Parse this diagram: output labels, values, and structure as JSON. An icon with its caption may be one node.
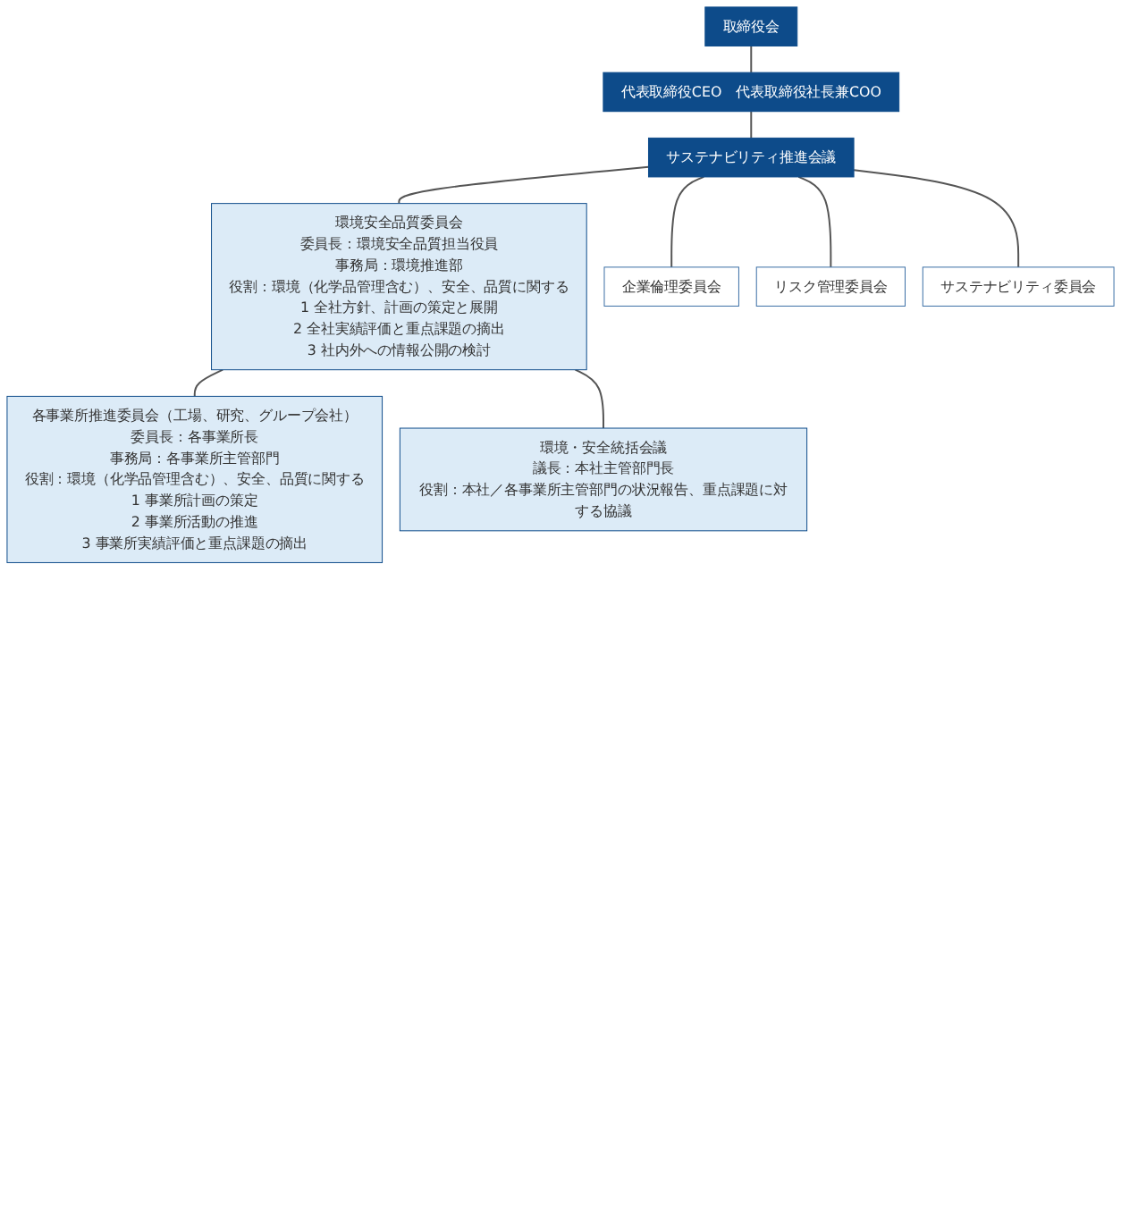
{
  "diagram": {
    "nodes": [
      {
        "text": [
          "取締役会"
        ]
      },
      {
        "text": [
          "代表取締役CEO　代表取締役社長兼COO"
        ]
      },
      {
        "text": [
          "サステナビリティ推進会議"
        ]
      },
      {
        "text": [
          "環境安全品質委員会",
          "委員長：環境安全品質担当役員",
          "事務局：環境推進部",
          "役割：環境（化学品管理含む）、安全、品質に関する",
          "1 全社方針、計画の策定と展開",
          "2 全社実績評価と重点課題の摘出",
          "3 社内外への情報公開の検討"
        ]
      },
      {
        "text": [
          "企業倫理委員会"
        ]
      },
      {
        "text": [
          "リスク管理委員会"
        ]
      },
      {
        "text": [
          "サステナビリティ委員会"
        ]
      },
      {
        "text": [
          "各事業所推進委員会（工場、研究、グループ会社）",
          "委員長：各事業所長",
          "事務局：各事業所主管部門",
          "役割：環境（化学品管理含む）、安全、品質に関する",
          "1 事業所計画の策定",
          "2 事業所活動の推進",
          "3 事業所実績評価と重点課題の摘出"
        ]
      },
      {
        "text": [
          "環境・安全統括会議",
          "議長：本社主管部門長",
          "役割：本社／各事業所主管部門の状況報告、重点課題に対する協議"
        ]
      }
    ],
    "edges": [
      {
        "from": 0,
        "to": 1,
        "arrow": "none"
      },
      {
        "from": 1,
        "to": 2,
        "arrow": "none"
      },
      {
        "from": 2,
        "to": 3,
        "arrow": "none"
      },
      {
        "from": 2,
        "to": 4,
        "arrow": "none"
      },
      {
        "from": 2,
        "to": 5,
        "arrow": "none"
      },
      {
        "from": 2,
        "to": 6,
        "arrow": "none"
      },
      {
        "from": 3,
        "to": 7,
        "arrow": "none"
      },
      {
        "from": 3,
        "to": 8,
        "arrow": "none"
      }
    ]
  }
}
